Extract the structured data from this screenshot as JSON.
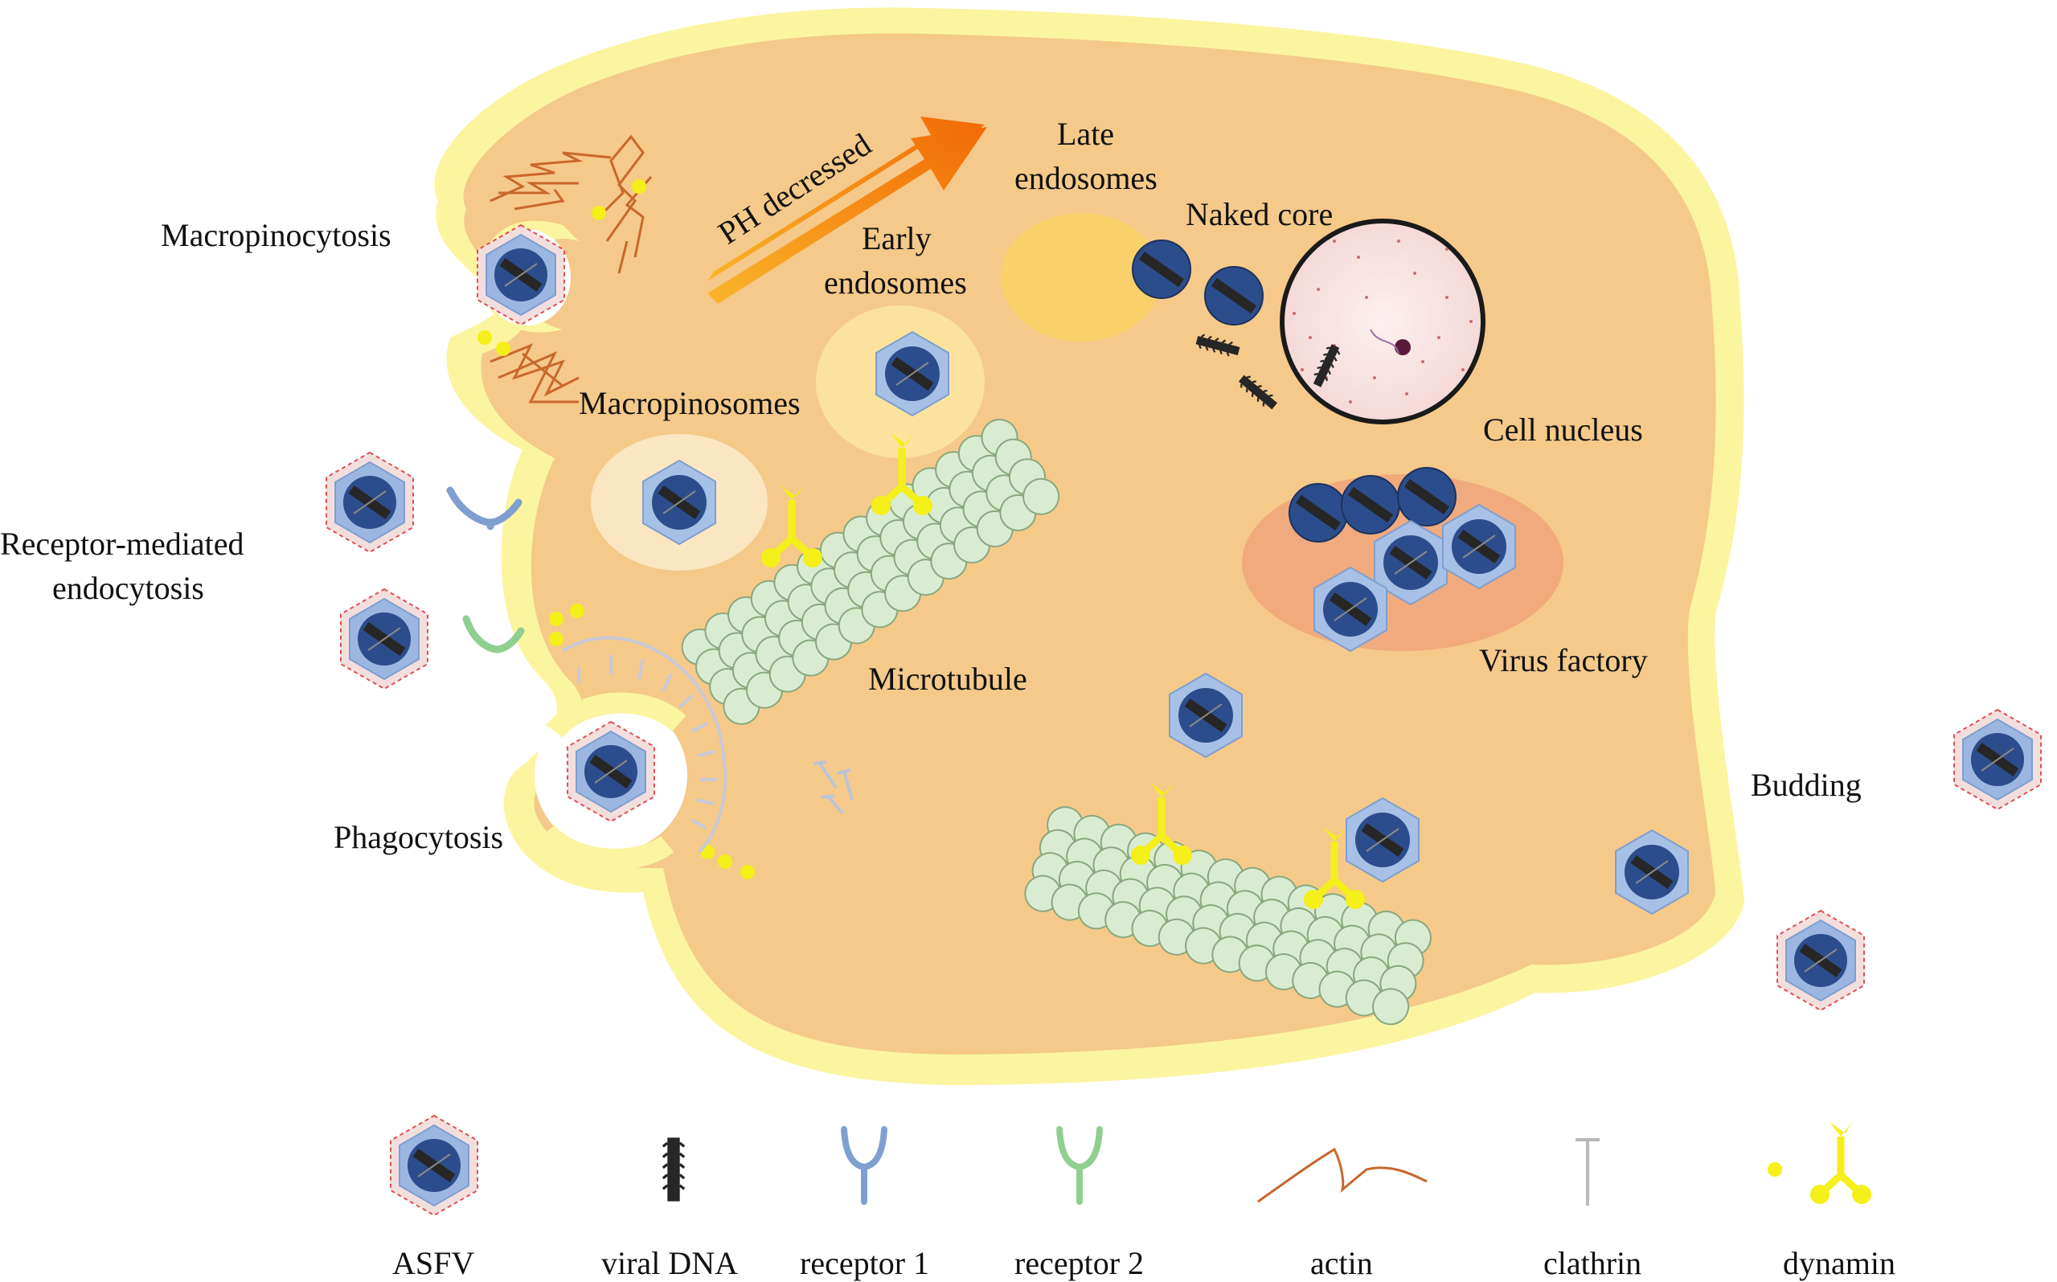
{
  "labels": {
    "macropinocytosis": "Macropinocytosis",
    "receptor_mediated_1": "Receptor-mediated",
    "receptor_mediated_2": "endocytosis",
    "phagocytosis": "Phagocytosis",
    "macropinosomes": "Macropinosomes",
    "early_endosomes_1": "Early",
    "early_endosomes_2": "endosomes",
    "late_endosomes_1": "Late",
    "late_endosomes_2": "endosomes",
    "naked_core": "Naked core",
    "cell_nucleus": "Cell  nucleus",
    "virus_factory": "Virus  factory",
    "microtubule": "Microtubule",
    "budding": "Budding",
    "ph_decreased": "PH decressed"
  },
  "legend": [
    {
      "icon": "asfv-icon",
      "label": "ASFV"
    },
    {
      "icon": "viral-dna-icon",
      "label": "viral  DNA"
    },
    {
      "icon": "receptor-1-icon",
      "label": "receptor  1"
    },
    {
      "icon": "receptor-2-icon",
      "label": "receptor  2"
    },
    {
      "icon": "actin-icon",
      "label": "actin"
    },
    {
      "icon": "clathrin-icon",
      "label": "clathrin"
    },
    {
      "icon": "dynamin-icon",
      "label": "dynamin"
    }
  ],
  "colors": {
    "cytoplasm": "#f5c98a",
    "membrane": "#fbf5a0",
    "virus_core": "#2c4d8c",
    "capsid": "#9bb6e0",
    "envelope_dash": "#e05050",
    "receptor_1": "#7f9fd0",
    "receptor_2": "#8fcf8f",
    "actin": "#c8682a",
    "clathrin": "#b8b8b8",
    "dynamin": "#f5ef1a",
    "microtubule": "#d9ecd2",
    "virus_factory": "#ed9f78",
    "late_endosome": "#fad06a",
    "early_endosome": "#fbe39e"
  }
}
